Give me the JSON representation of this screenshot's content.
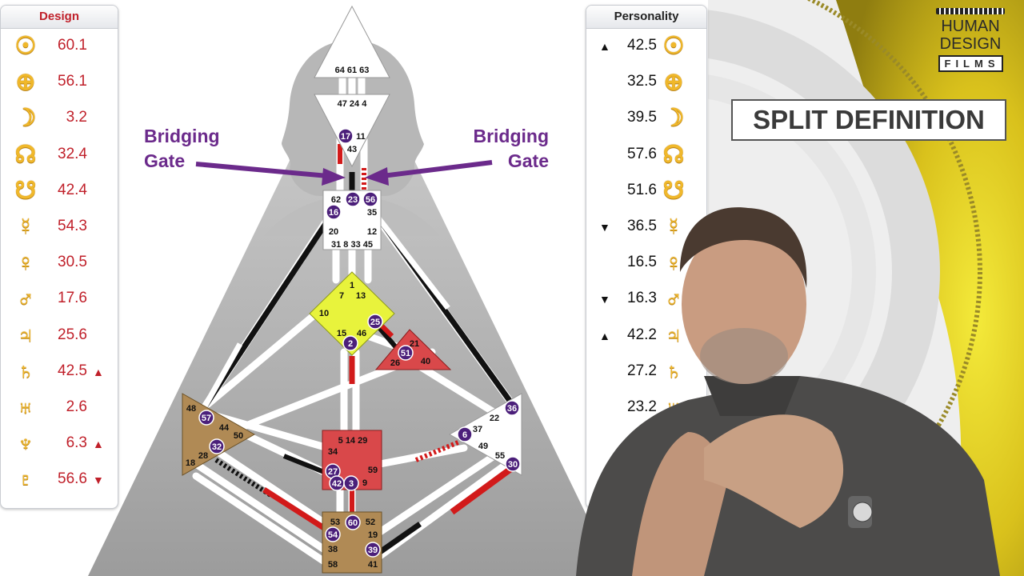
{
  "design": {
    "header": "Design",
    "rows": [
      {
        "glyph": "sun-icon",
        "symbol": "☉",
        "value": "60.1",
        "arrow": ""
      },
      {
        "glyph": "earth-icon",
        "symbol": "⊕",
        "value": "56.1",
        "arrow": ""
      },
      {
        "glyph": "moon-icon",
        "symbol": "☽",
        "value": "3.2",
        "arrow": ""
      },
      {
        "glyph": "north-node-icon",
        "symbol": "☊",
        "value": "32.4",
        "arrow": ""
      },
      {
        "glyph": "south-node-icon",
        "symbol": "☋",
        "value": "42.4",
        "arrow": ""
      },
      {
        "glyph": "mercury-icon",
        "symbol": "☿",
        "value": "54.3",
        "arrow": ""
      },
      {
        "glyph": "venus-icon",
        "symbol": "♀",
        "value": "30.5",
        "arrow": ""
      },
      {
        "glyph": "mars-icon",
        "symbol": "♂",
        "value": "17.6",
        "arrow": ""
      },
      {
        "glyph": "jupiter-icon",
        "symbol": "♃",
        "value": "25.6",
        "arrow": ""
      },
      {
        "glyph": "saturn-icon",
        "symbol": "♄",
        "value": "42.5",
        "arrow": "▲"
      },
      {
        "glyph": "uranus-icon",
        "symbol": "♅",
        "value": "2.6",
        "arrow": ""
      },
      {
        "glyph": "neptune-icon",
        "symbol": "♆",
        "value": "6.3",
        "arrow": "▲"
      },
      {
        "glyph": "pluto-icon",
        "symbol": "♇",
        "value": "56.6",
        "arrow": "▼"
      }
    ]
  },
  "personality": {
    "header": "Personality",
    "rows": [
      {
        "glyph": "sun-icon",
        "symbol": "☉",
        "value": "42.5",
        "arrow": "▲"
      },
      {
        "glyph": "earth-icon",
        "symbol": "⊕",
        "value": "32.5",
        "arrow": ""
      },
      {
        "glyph": "moon-icon",
        "symbol": "☽",
        "value": "39.5",
        "arrow": ""
      },
      {
        "glyph": "north-node-icon",
        "symbol": "☊",
        "value": "57.6",
        "arrow": ""
      },
      {
        "glyph": "south-node-icon",
        "symbol": "☋",
        "value": "51.6",
        "arrow": ""
      },
      {
        "glyph": "mercury-icon",
        "symbol": "☿",
        "value": "36.5",
        "arrow": "▼"
      },
      {
        "glyph": "venus-icon",
        "symbol": "♀",
        "value": "16.5",
        "arrow": ""
      },
      {
        "glyph": "mars-icon",
        "symbol": "♂",
        "value": "16.3",
        "arrow": "▼"
      },
      {
        "glyph": "jupiter-icon",
        "symbol": "♃",
        "value": "42.2",
        "arrow": "▲"
      },
      {
        "glyph": "saturn-icon",
        "symbol": "♄",
        "value": "27.2",
        "arrow": ""
      },
      {
        "glyph": "uranus-icon",
        "symbol": "♅",
        "value": "23.2",
        "arrow": ""
      }
    ]
  },
  "callouts": {
    "left": {
      "line1": "Bridging",
      "line2": "Gate"
    },
    "right": {
      "line1": "Bridging",
      "line2": "Gate"
    }
  },
  "centers": {
    "head": "64 61 63",
    "ajna_top": "47 24 4",
    "ajna_11": "11",
    "ajna_43": "43",
    "throat": [
      "62",
      "35",
      "20",
      "12",
      "31 8 33 45"
    ],
    "g": [
      "1",
      "7",
      "13",
      "10",
      "15",
      "46"
    ],
    "ego": [
      "21",
      "26",
      "40"
    ],
    "spleen": [
      "48",
      "44",
      "50",
      "28",
      "18"
    ],
    "solar": [
      "22",
      "37",
      "49",
      "55"
    ],
    "sacral": [
      "5 14 29",
      "34",
      "59",
      "9"
    ],
    "root": [
      "53",
      "52",
      "19",
      "38",
      "58",
      "41"
    ]
  },
  "circled_gates": [
    "17",
    "23",
    "56",
    "16",
    "25",
    "2",
    "51",
    "57",
    "32",
    "36",
    "6",
    "30",
    "27",
    "42",
    "3",
    "60",
    "54",
    "39"
  ],
  "overlay": {
    "logo_line1": "HUMAN",
    "logo_line2": "DESIGN",
    "logo_line3": "FILMS",
    "title": "SPLIT DEFINITION"
  },
  "colors": {
    "design_red": "#c0202a",
    "callout_purple": "#6b2a8b",
    "gold": "#f0b82b",
    "gate_circle": "#4b1f7a"
  }
}
